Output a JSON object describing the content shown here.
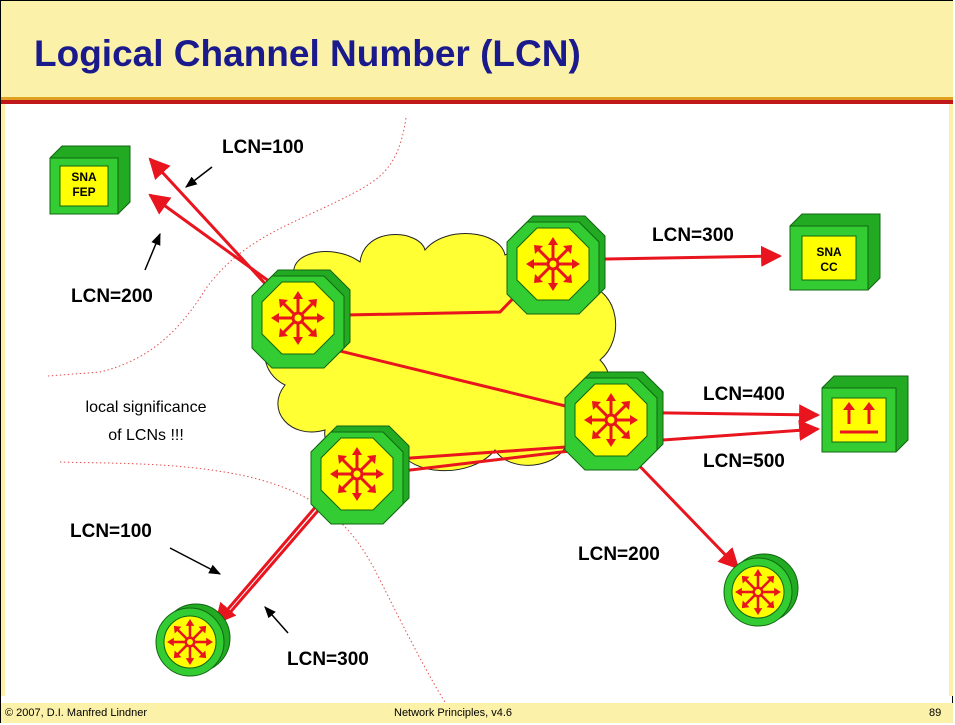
{
  "slide": {
    "title": "Logical Channel Number (LCN)",
    "footer_left": "© 2007, D.I. Manfred Lindner",
    "footer_center": "Network Principles, v4.6",
    "footer_right": "89"
  },
  "devices": {
    "sna_fep": "SNA\nFEP",
    "sna_cc": "SNA\nCC"
  },
  "labels": {
    "lcn_fep_top": "LCN=100",
    "lcn_fep_bottom": "LCN=200",
    "lcn_cc": "LCN=300",
    "lcn_term_400": "LCN=400",
    "lcn_term_500": "LCN=500",
    "lcn_router_200": "LCN=200",
    "lcn_bottom_100": "LCN=100",
    "lcn_bottom_300": "LCN=300"
  },
  "note": {
    "line1": "local significance",
    "line2": "of LCNs !!!"
  },
  "colors": {
    "title": "#1a1a8c",
    "header_bg": "#fbf1a8",
    "link": "#e8141e",
    "cloud": "#ffff33",
    "device_green": "#33cc33",
    "device_face": "#ffff00",
    "boundary": "#e05050"
  }
}
